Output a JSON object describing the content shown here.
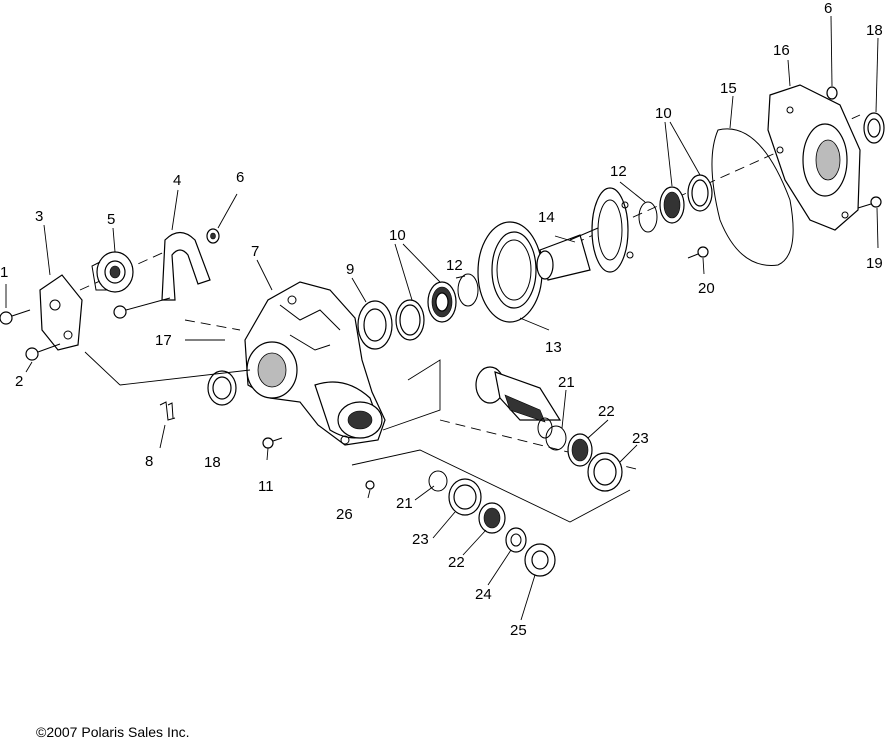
{
  "callouts": [
    {
      "id": "c1",
      "label": "1"
    },
    {
      "id": "c2",
      "label": "2"
    },
    {
      "id": "c3",
      "label": "3"
    },
    {
      "id": "c4",
      "label": "4"
    },
    {
      "id": "c5",
      "label": "5"
    },
    {
      "id": "c6a",
      "label": "6"
    },
    {
      "id": "c6b",
      "label": "6"
    },
    {
      "id": "c7",
      "label": "7"
    },
    {
      "id": "c8",
      "label": "8"
    },
    {
      "id": "c9",
      "label": "9"
    },
    {
      "id": "c10a",
      "label": "10"
    },
    {
      "id": "c10b",
      "label": "10"
    },
    {
      "id": "c11",
      "label": "11"
    },
    {
      "id": "c12a",
      "label": "12"
    },
    {
      "id": "c12b",
      "label": "12"
    },
    {
      "id": "c13",
      "label": "13"
    },
    {
      "id": "c14",
      "label": "14"
    },
    {
      "id": "c15",
      "label": "15"
    },
    {
      "id": "c16",
      "label": "16"
    },
    {
      "id": "c17",
      "label": "17"
    },
    {
      "id": "c18a",
      "label": "18"
    },
    {
      "id": "c18b",
      "label": "18"
    },
    {
      "id": "c19",
      "label": "19"
    },
    {
      "id": "c20",
      "label": "20"
    },
    {
      "id": "c21a",
      "label": "21"
    },
    {
      "id": "c21b",
      "label": "21"
    },
    {
      "id": "c22a",
      "label": "22"
    },
    {
      "id": "c22b",
      "label": "22"
    },
    {
      "id": "c23a",
      "label": "23"
    },
    {
      "id": "c23b",
      "label": "23"
    },
    {
      "id": "c24",
      "label": "24"
    },
    {
      "id": "c25",
      "label": "25"
    },
    {
      "id": "c26",
      "label": "26"
    }
  ],
  "copyright": "©2007 Polaris Sales Inc."
}
